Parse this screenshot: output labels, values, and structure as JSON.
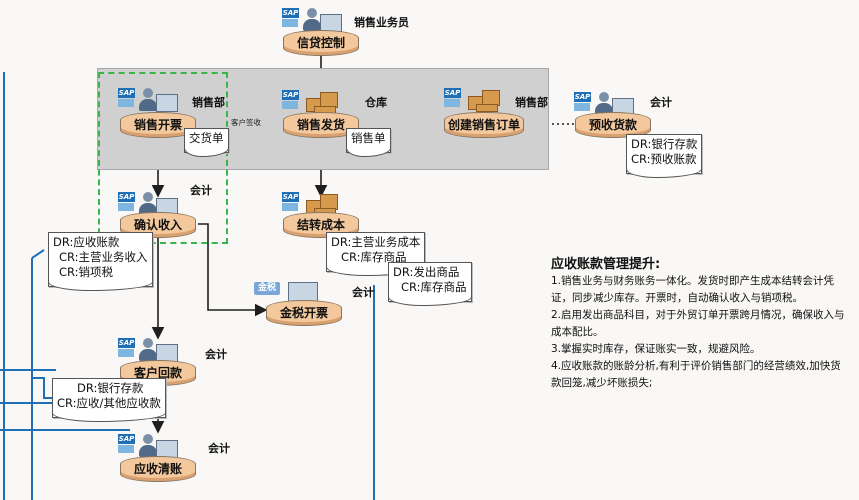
{
  "nodes": {
    "credit_control": "信贷控制",
    "sales_billing": "销售开票",
    "sales_delivery": "销售发货",
    "create_order": "创建销售订单",
    "advance_receipt": "预收货款",
    "confirm_revenue": "确认收入",
    "carry_cost": "结转成本",
    "tax_invoice": "金税开票",
    "customer_payment": "客户回款",
    "ar_clearing": "应收清账"
  },
  "roles": {
    "sales_staff": "销售业务员",
    "sales_dept_1": "销售部",
    "warehouse": "仓库",
    "sales_dept_2": "销售部",
    "accounting_1": "会计",
    "accounting_2": "会计",
    "accounting_3": "会计",
    "accounting_4": "会计",
    "accounting_5": "会计"
  },
  "documents": {
    "delivery_note": "交货单",
    "sales_note": "销售单",
    "customer_sign": "客户签收",
    "tax_badge": "金税",
    "advance_dr": "DR:银行存款",
    "advance_cr": "CR:预收账款",
    "revenue_dr": "DR:应收账款",
    "revenue_cr1": "CR:主营业务收入",
    "revenue_cr2": "CR:销项税",
    "cost_dr": "DR:主营业务成本",
    "cost_cr": "CR:库存商品",
    "goods_dr": "DR:发出商品",
    "goods_cr": "CR:库存商品",
    "payment_dr": "DR:银行存款",
    "payment_cr": "CR:应收/其他应收款"
  },
  "notes": {
    "title": "应收账款管理提升:",
    "items": [
      "1.销售业务与财务账务一体化。发货时即产生成本结转会计凭证，同步减少库存。开票时，自动确认收入与销项税。",
      "2.启用发出商品科目，对于外贸订单开票跨月情况，确保收入与成本配比。",
      "3.掌握实时库存，保证账实一致，规避风险。",
      "4.应收账款的账龄分析,有利于评价销售部门的经营绩效,加快货款回笼,减少坏账损失;"
    ]
  },
  "colors": {
    "node_fill": "#f3c89c",
    "flow_line": "#1f1f1f",
    "blue_line": "#1f6fb6",
    "dashed_box": "#39b54a",
    "process_band": "#d0d0d0"
  }
}
